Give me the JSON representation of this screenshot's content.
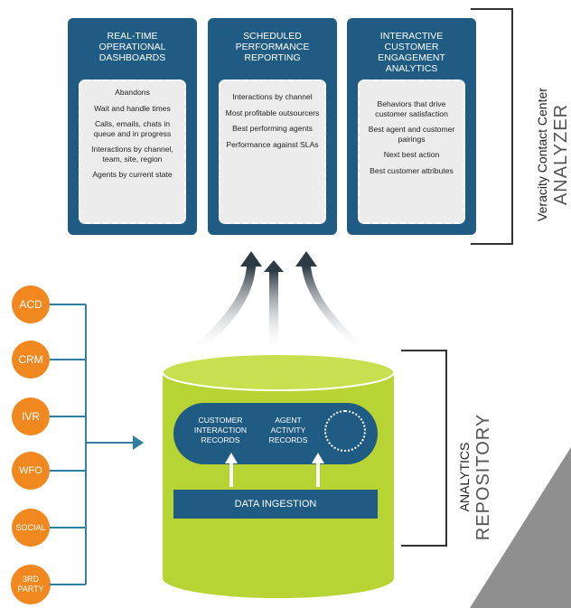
{
  "panels": [
    {
      "title": "REAL-TIME OPERATIONAL DASHBOARDS",
      "items": [
        "Abandons",
        "Wait and handle times",
        "Calls, emails, chats in queue and in progress",
        "Interactions by channel, team, site, region",
        "Agents by current state"
      ]
    },
    {
      "title": "SCHEDULED PERFORMANCE REPORTING",
      "items": [
        "Interactions by channel",
        "Most profitable outsourcers",
        "Best performing agents",
        "Performance against SLAs"
      ]
    },
    {
      "title": "INTERACTIVE CUSTOMER ENGAGEMENT ANALYTICS",
      "items": [
        "Behaviors that drive customer satisfaction",
        "Best agent and customer pairings",
        "Next best action",
        "Best customer attributes"
      ]
    }
  ],
  "analyzer": {
    "line1": "Veracity Contact Center",
    "line2": "ANALYZER"
  },
  "sources": [
    "ACD",
    "CRM",
    "IVR",
    "WFO",
    "SOCIAL",
    "3RD PARTY"
  ],
  "repository": {
    "customer_records": "CUSTOMER INTERACTION RECORDS",
    "agent_records": "AGENT ACTIVITY RECORDS",
    "ingestion": "DATA INGESTION"
  },
  "repository_label": {
    "line1": "ANALYTICS",
    "line2": "REPOSITORY"
  },
  "colors": {
    "panel_blue": "#1f5b82",
    "source_orange": "#f0871f",
    "cylinder_green": "#b7d334",
    "connector_teal": "#2f7fa3"
  }
}
